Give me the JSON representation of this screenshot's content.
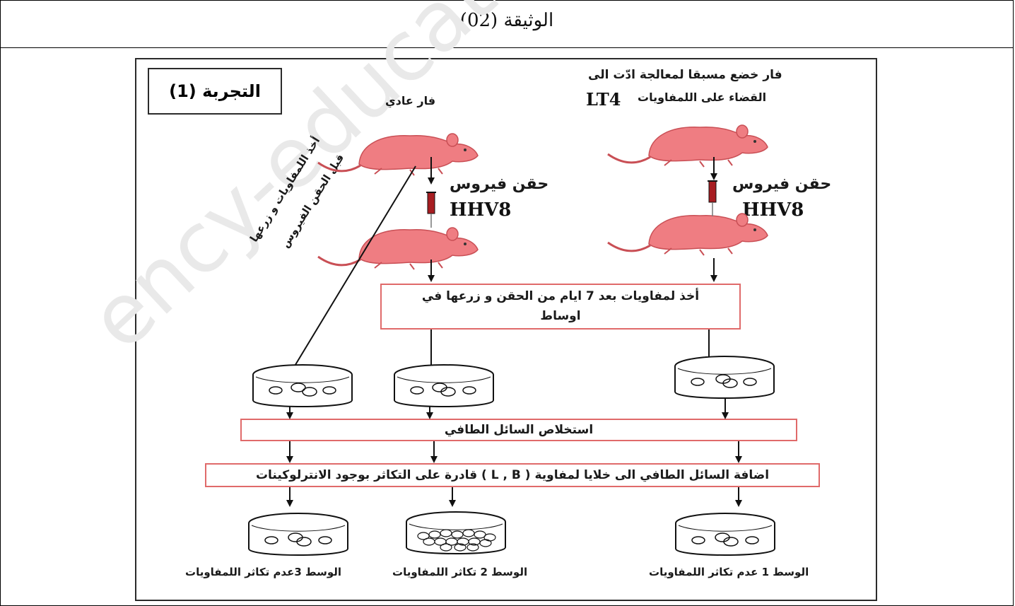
{
  "document_title": "الوثيقة (02)",
  "experiment_label": "التجربة (1)",
  "mouse_normal_label": "فار عادي",
  "mouse_treated_label_line1": "فار خضع مسبقا لمعالجة ادّت الى",
  "mouse_treated_label_line2": "القضاء على اللمفاويات",
  "lt4": "LT4",
  "injection_label": "حقن فيروس",
  "virus": "HHV8",
  "diagonal_label_line1": "أخذ اللمفاويات و زرعها",
  "diagonal_label_line2": "قبل الحقن الفيروس",
  "culture_box": "أخذ لمفاويات بعد 7 ايام من الحقن و زرعها في اوساط",
  "supernatant_box": "استخلاص السائل الطافي",
  "addition_box": "اضافة السائل الطافي الى خلايا لمفاوية ( L , B ) قادرة على التكاثر بوجود الانترلوكينات",
  "result_1": "الوسط 1 عدم تكاثر اللمفاويات",
  "result_2": "الوسط 2 تكاثر اللمفاويات",
  "result_3": "الوسط 3عدم تكاثر اللمفاويات",
  "watermark": "ency-education"
}
